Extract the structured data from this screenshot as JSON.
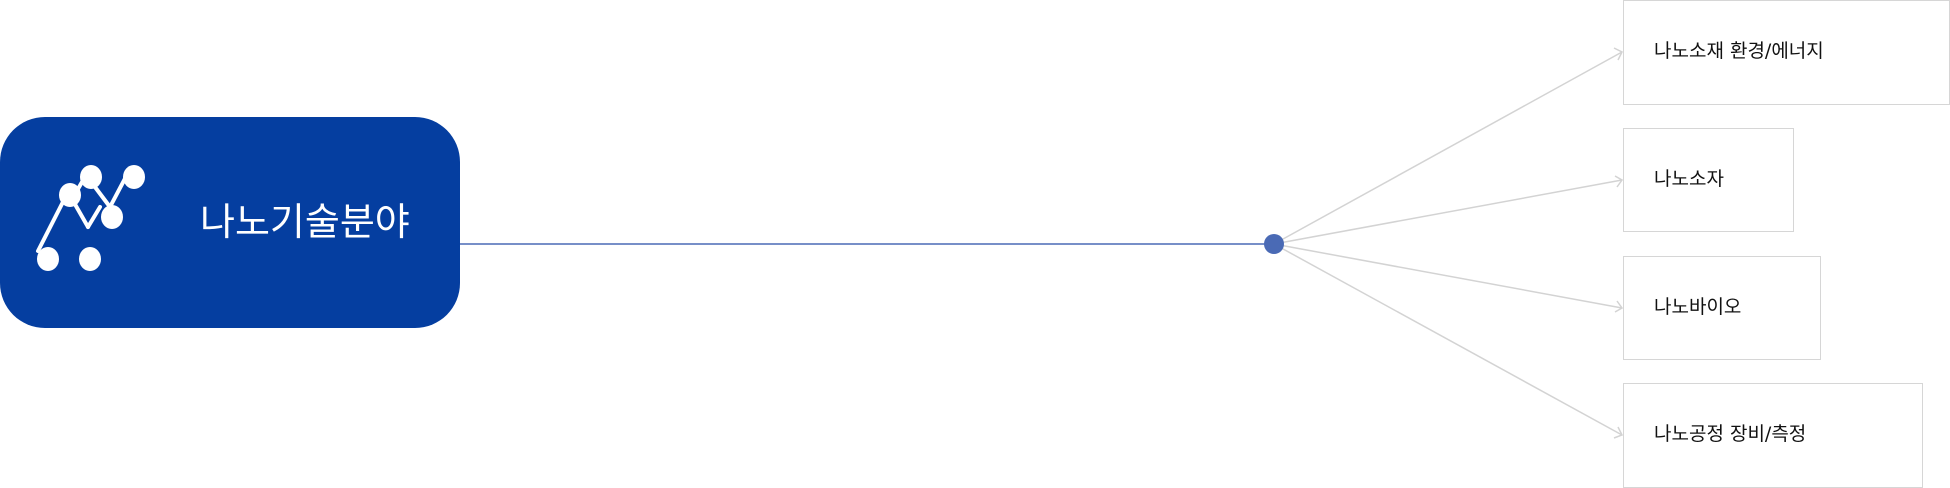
{
  "root": {
    "label": "나노기술분야",
    "icon": "molecule-network-icon"
  },
  "children": [
    {
      "label": "나노소재 환경/에너지"
    },
    {
      "label": "나노소자"
    },
    {
      "label": "나노바이오"
    },
    {
      "label": "나노공정 장비/측정"
    }
  ],
  "colors": {
    "root_fill": "#053ea0",
    "hub": "#4a6ab5",
    "connector": "#d3d3d3",
    "trunk": "#4a6ab5"
  }
}
